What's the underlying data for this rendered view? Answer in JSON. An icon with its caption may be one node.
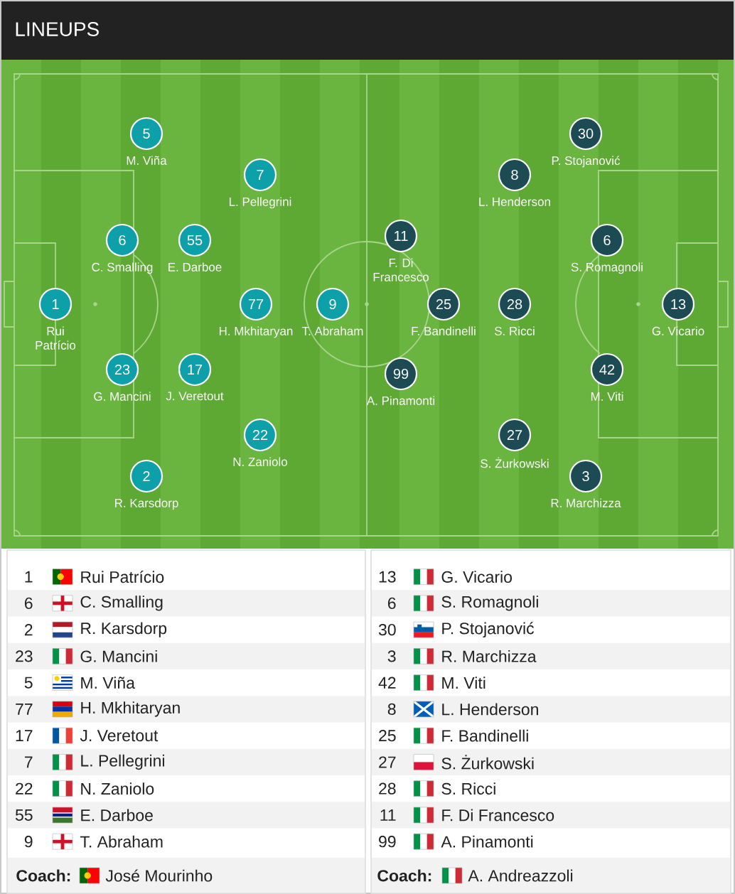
{
  "diagram": {
    "title": "LINEUPS",
    "nodes": [
      {
        "text": [
          "1"
        ],
        "beside": [
          "Rui Patrício"
        ]
      },
      {
        "text": [
          "6"
        ],
        "beside": [
          "C. Smalling"
        ]
      },
      {
        "text": [
          "2"
        ],
        "beside": [
          "R. Karsdorp"
        ]
      },
      {
        "text": [
          "23"
        ],
        "beside": [
          "G. Mancini"
        ]
      },
      {
        "text": [
          "5"
        ],
        "beside": [
          "M. Viña"
        ]
      },
      {
        "text": [
          "77"
        ],
        "beside": [
          "H. Mkhitaryan"
        ]
      },
      {
        "text": [
          "17"
        ],
        "beside": [
          "J. Veretout"
        ]
      },
      {
        "text": [
          "7"
        ],
        "beside": [
          "L. Pellegrini"
        ]
      },
      {
        "text": [
          "22"
        ],
        "beside": [
          "N. Zaniolo"
        ]
      },
      {
        "text": [
          "55"
        ],
        "beside": [
          "E. Darboe"
        ]
      },
      {
        "text": [
          "9"
        ],
        "beside": [
          "T. Abraham"
        ]
      },
      {
        "text": [
          "13"
        ],
        "beside": [
          "G. Vicario"
        ]
      },
      {
        "text": [
          "6"
        ],
        "beside": [
          "S. Romagnoli"
        ]
      },
      {
        "text": [
          "30"
        ],
        "beside": [
          "P. Stojanović"
        ]
      },
      {
        "text": [
          "3"
        ],
        "beside": [
          "R. Marchizza"
        ]
      },
      {
        "text": [
          "42"
        ],
        "beside": [
          "M. Viti"
        ]
      },
      {
        "text": [
          "8"
        ],
        "beside": [
          "L. Henderson"
        ]
      },
      {
        "text": [
          "25"
        ],
        "beside": [
          "F. Bandinelli"
        ]
      },
      {
        "text": [
          "27"
        ],
        "beside": [
          "S. Żurkowski"
        ]
      },
      {
        "text": [
          "28"
        ],
        "beside": [
          "S. Ricci"
        ]
      },
      {
        "text": [
          "11"
        ],
        "beside": [
          "F. Di Francesco"
        ]
      },
      {
        "text": [
          "99"
        ],
        "beside": [
          "A. Pinamonti"
        ]
      }
    ],
    "labels": [
      "1",
      "Rui Patrício",
      "13",
      "G. Vicario",
      "6",
      "C. Smalling",
      "6",
      "S. Romagnoli",
      "2",
      "R. Karsdorp",
      "30",
      "P. Stojanović",
      "23",
      "G. Mancini",
      "3",
      "R. Marchizza",
      "5",
      "M. Viña",
      "42",
      "M. Viti",
      "77",
      "H. Mkhitaryan",
      "8",
      "L. Henderson",
      "17",
      "J. Veretout",
      "25",
      "F. Bandinelli",
      "7",
      "L. Pellegrini",
      "27",
      "S. Żurkowski",
      "22",
      "N. Zaniolo",
      "28",
      "S. Ricci",
      "55",
      "E. Darboe",
      "11",
      "F. Di Francesco",
      "9",
      "T. Abraham",
      "99",
      "A. Pinamonti",
      "Coach:",
      "José Mourinho",
      "Coach:",
      "A. Andreazzoli"
    ]
  }
}
